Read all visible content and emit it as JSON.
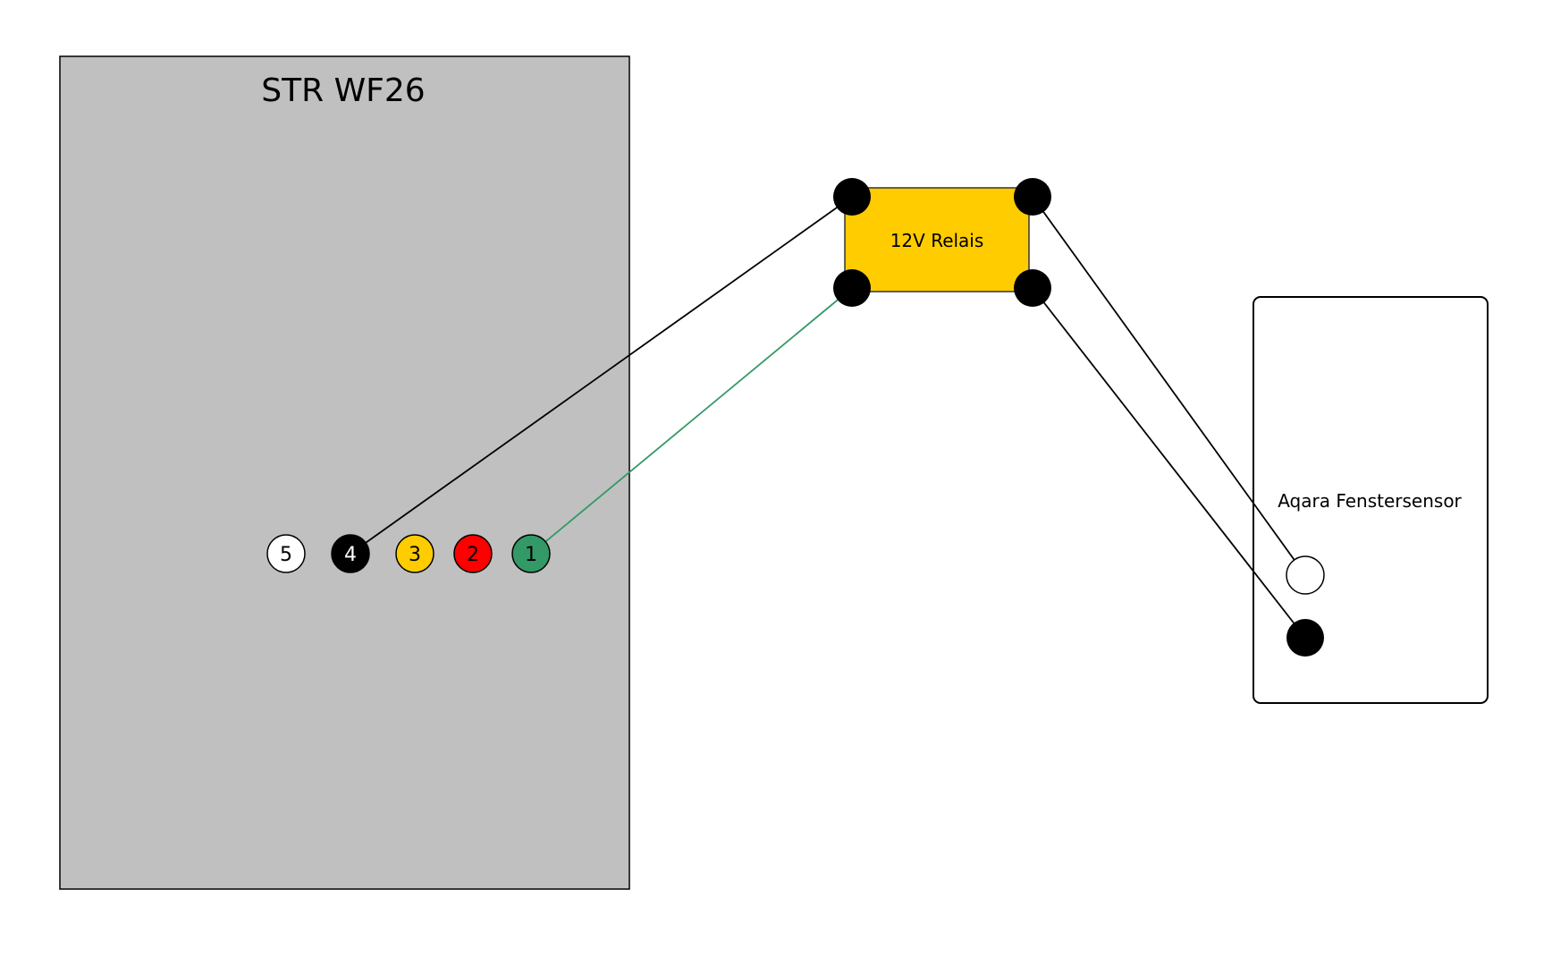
{
  "controller": {
    "title": "STR WF26",
    "fill": "#c0c0c0"
  },
  "terminals": [
    {
      "label": "5",
      "fill": "#ffffff",
      "text": "#000000"
    },
    {
      "label": "4",
      "fill": "#000000",
      "text": "#ffffff"
    },
    {
      "label": "3",
      "fill": "#ffcc00",
      "text": "#000000"
    },
    {
      "label": "2",
      "fill": "#ff0000",
      "text": "#000000"
    },
    {
      "label": "1",
      "fill": "#339966",
      "text": "#000000"
    }
  ],
  "relay": {
    "label": "12V Relais",
    "fill": "#ffcc00"
  },
  "sensor": {
    "label": "Aqara Fenstersensor"
  },
  "wires": [
    {
      "from": "terminal-4",
      "to": "relay-top-left",
      "color": "#000000"
    },
    {
      "from": "terminal-1",
      "to": "relay-bottom-left",
      "color": "#339966"
    },
    {
      "from": "relay-top-right",
      "to": "sensor-contact-white",
      "color": "#000000"
    },
    {
      "from": "relay-bottom-right",
      "to": "sensor-contact-black",
      "color": "#000000"
    }
  ]
}
